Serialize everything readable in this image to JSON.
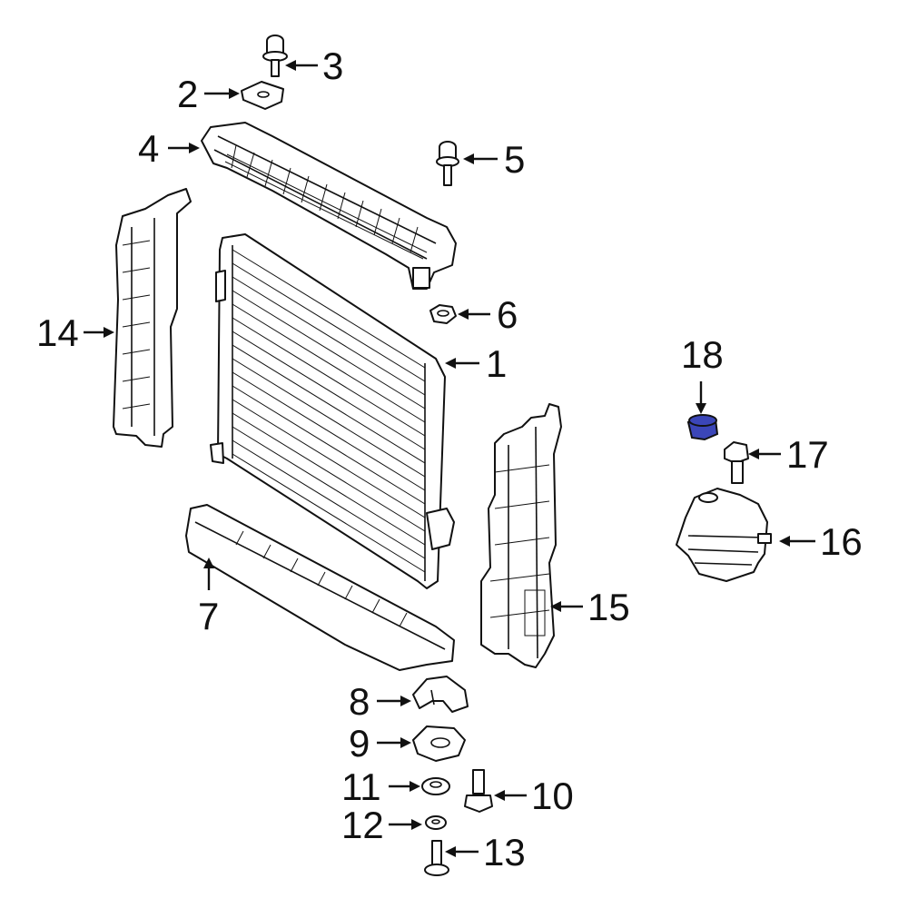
{
  "diagram": {
    "callouts": {
      "c1": "1",
      "c2": "2",
      "c3": "3",
      "c4": "4",
      "c5": "5",
      "c6": "6",
      "c7": "7",
      "c8": "8",
      "c9": "9",
      "c10": "10",
      "c11": "11",
      "c12": "12",
      "c13": "13",
      "c14": "14",
      "c15": "15",
      "c16": "16",
      "c17": "17",
      "c18": "18"
    },
    "highlight_color": "#3b46b8",
    "line_color": "#111111",
    "background_color": "#ffffff"
  }
}
